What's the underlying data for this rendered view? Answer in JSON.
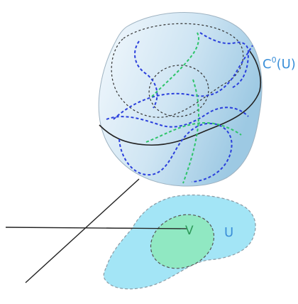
{
  "labels": {
    "space": "C",
    "space_sup": "0",
    "space_arg": "(U)",
    "open_set": "U",
    "subset": "V"
  },
  "colors": {
    "blob_fill_light": "#eef6fc",
    "blob_fill_dark": "#a8cfe6",
    "U_fill": "#9fe6f7",
    "V_fill": "#8fe9c0",
    "blue_curve": "#2a3fdc",
    "green_curve": "#2ec46a",
    "black_dash": "#333333",
    "label_blue": "#3b8fd8",
    "label_green": "#2e9a5a"
  }
}
